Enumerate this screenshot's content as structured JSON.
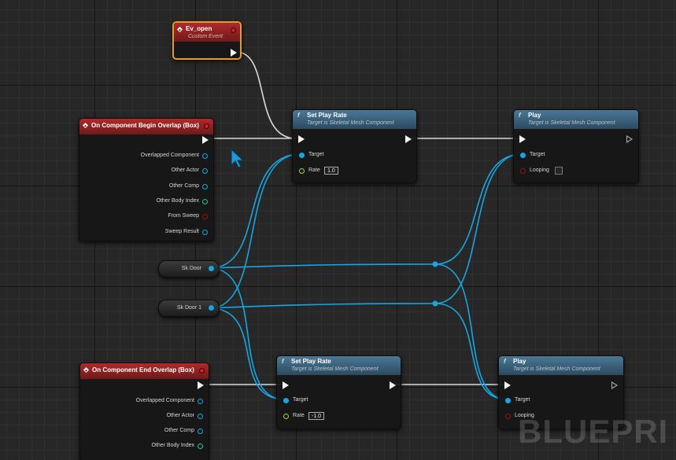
{
  "colors": {
    "event_header": "#b02a2a",
    "function_header": "#4b7896",
    "object_wire": "#17a6e3",
    "exec_wire": "#e0e0e0",
    "custom_event_border": "#e59a2e"
  },
  "nodes": {
    "ev_open": {
      "title": "Ev_open",
      "subtitle": "Custom Event"
    },
    "begin_overlap": {
      "title": "On Component Begin Overlap (Box)",
      "pins": [
        "Overlapped Component",
        "Other Actor",
        "Other Comp",
        "Other Body Index",
        "From Sweep",
        "Sweep Result"
      ]
    },
    "end_overlap": {
      "title": "On Component End Overlap (Box)",
      "pins": [
        "Overlapped Component",
        "Other Actor",
        "Other Comp",
        "Other Body Index"
      ]
    },
    "set_play_rate_1": {
      "title": "Set Play Rate",
      "subtitle": "Target is Skeletal Mesh Component",
      "target_label": "Target",
      "rate_label": "Rate",
      "rate_value": "1.0"
    },
    "set_play_rate_2": {
      "title": "Set Play Rate",
      "subtitle": "Target is Skeletal Mesh Component",
      "target_label": "Target",
      "rate_label": "Rate",
      "rate_value": "-1.0"
    },
    "play_1": {
      "title": "Play",
      "subtitle": "Target is Skeletal Mesh Component",
      "target_label": "Target",
      "looping_label": "Looping"
    },
    "play_2": {
      "title": "Play",
      "subtitle": "Target is Skeletal Mesh Component",
      "target_label": "Target",
      "looping_label": "Looping"
    },
    "sk_door": {
      "label": "Sk Door"
    },
    "sk_door_1": {
      "label": "Sk Door 1"
    }
  },
  "icons": {
    "event": "event-diamond-icon",
    "function": "function-icon",
    "exec": "exec-arrow-icon",
    "cursor": "mouse-cursor-icon"
  },
  "watermark": "BLUEPRI"
}
